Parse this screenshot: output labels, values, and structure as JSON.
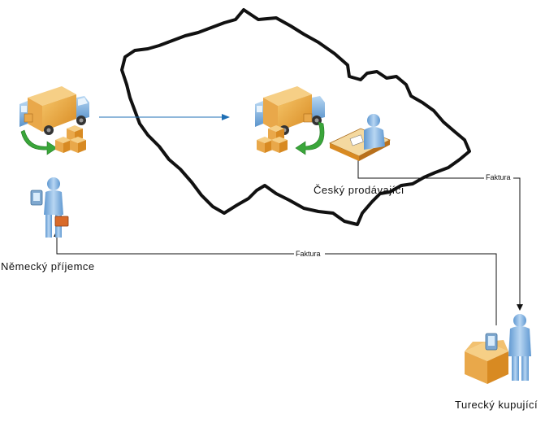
{
  "labels": {
    "czech_seller": "Český prodávající",
    "german_receiver": "Německý příjemce",
    "turkish_buyer": "Turecký kupující"
  },
  "edges": {
    "invoice_top": "Faktura",
    "invoice_bottom": "Faktura"
  },
  "icons": {
    "truck_left": "delivery-truck-icon",
    "truck_center": "delivery-truck-icon",
    "seller": "seller-at-desk-icon",
    "receiver": "receiver-with-briefcase-icon",
    "buyer": "buyer-with-box-icon"
  },
  "colors": {
    "map_outline": "#111111",
    "arrow_blue": "#1f6fb5",
    "truck_cargo": "#e8a33a",
    "truck_cab": "#7fb2e0",
    "green_arrow": "#3aa63a",
    "person": "#8ab8e6"
  }
}
